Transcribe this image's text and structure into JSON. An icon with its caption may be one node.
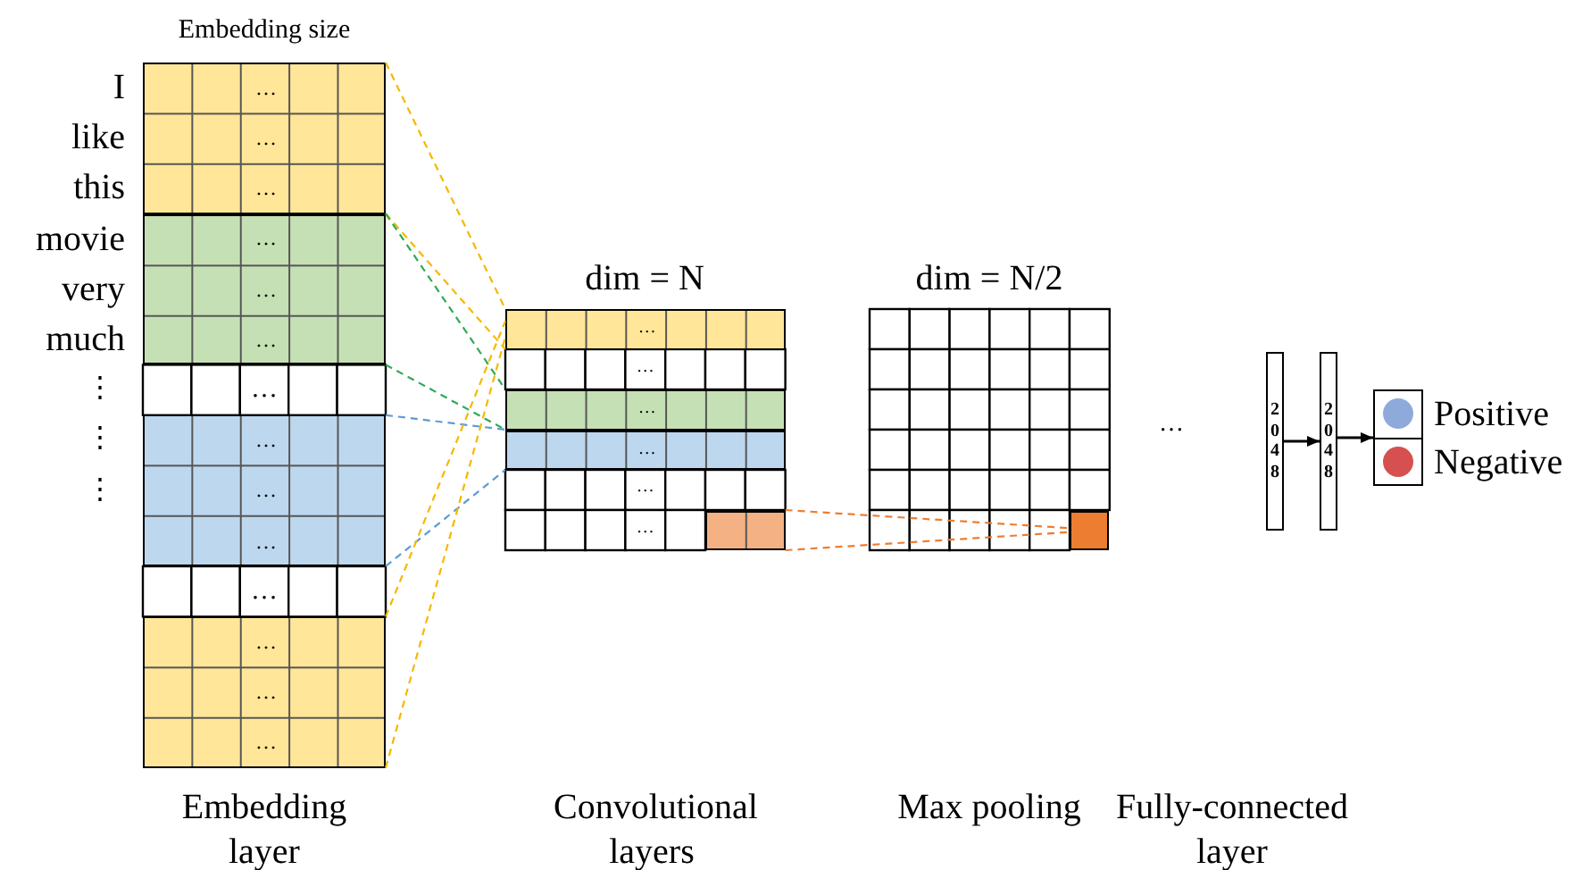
{
  "diagram": {
    "nodes": [
      {
        "text": [
          "…",
          "…",
          "…"
        ]
      },
      {
        "text": [
          "…",
          "…",
          "…"
        ]
      },
      {
        "text": [
          "…",
          "…",
          "…"
        ]
      },
      {
        "text": [
          "…",
          "…",
          "…"
        ]
      },
      {
        "text": [
          "…"
        ]
      },
      {
        "text": [
          "…"
        ]
      },
      {
        "text": [
          "…"
        ]
      },
      {
        "text": [],
        "shape": "box"
      },
      {
        "text": [],
        "shape": "box"
      },
      {
        "text": [
          "2048"
        ]
      },
      {
        "text": [
          "2048"
        ]
      },
      {
        "text": [],
        "shape": "box"
      }
    ],
    "edges": [
      {
        "from": 0,
        "to": 4,
        "arrow": "none",
        "style": "dashed",
        "color": "#f5b800"
      },
      {
        "from": 0,
        "to": 4,
        "arrow": "none",
        "style": "dashed",
        "color": "#f5b800"
      },
      {
        "from": 1,
        "to": 5,
        "arrow": "none",
        "style": "dashed",
        "color": "#2eaa55"
      },
      {
        "from": 1,
        "to": 5,
        "arrow": "none",
        "style": "dashed",
        "color": "#2eaa55"
      },
      {
        "from": 2,
        "to": 6,
        "arrow": "none",
        "style": "dashed",
        "color": "#5b9bd5"
      },
      {
        "from": 2,
        "to": 6,
        "arrow": "none",
        "style": "dashed",
        "color": "#5b9bd5"
      },
      {
        "from": 3,
        "to": 4,
        "arrow": "none",
        "style": "dashed",
        "color": "#f5b800"
      },
      {
        "from": 3,
        "to": 4,
        "arrow": "none",
        "style": "dashed",
        "color": "#f5b800"
      },
      {
        "from": 7,
        "to": 8,
        "arrow": "none",
        "style": "dashed",
        "color": "#ed7d31"
      },
      {
        "from": 7,
        "to": 8,
        "arrow": "none",
        "style": "dashed",
        "color": "#ed7d31"
      },
      {
        "from": 9,
        "to": 10,
        "arrow": "to",
        "color": "#000000"
      },
      {
        "from": 10,
        "to": 11,
        "arrow": "to",
        "color": "#000000"
      }
    ],
    "labels": [
      "Embedding size",
      "I",
      "like",
      "this",
      "movie",
      "very",
      "much",
      "⋮",
      "⋮",
      "⋮",
      "…",
      "…",
      "dim = N",
      "dim = N/2",
      "…",
      "…",
      "…",
      "…",
      "Embedding layer",
      "Convolutional layers",
      "Max pooling",
      "Fully-connected layer"
    ],
    "legend": [
      {
        "text": "Positive",
        "color": "#8eaadb"
      },
      {
        "text": "Negative",
        "color": "#d65050"
      }
    ]
  }
}
